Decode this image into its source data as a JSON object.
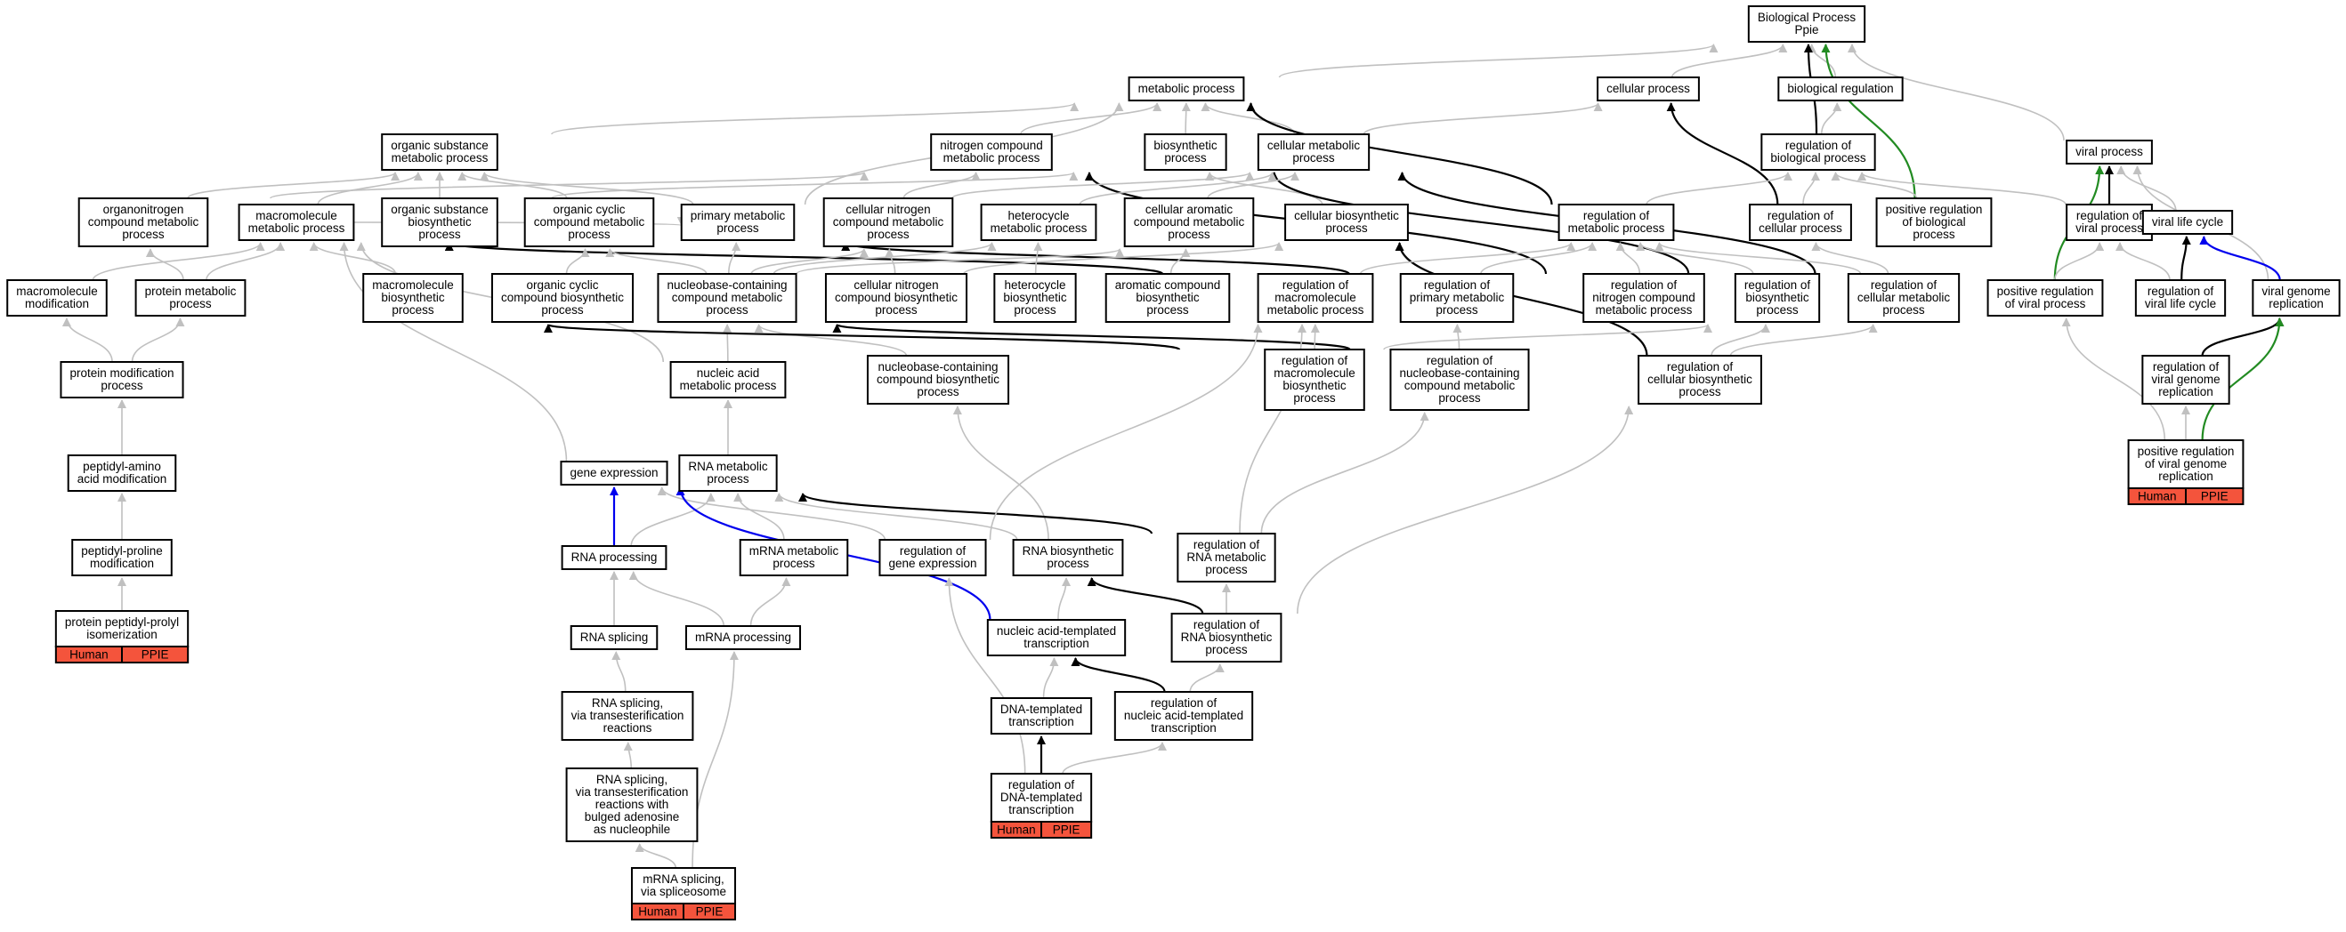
{
  "colors": {
    "edge_gray": "#c0c0c0",
    "edge_black": "#000000",
    "edge_blue": "#0000ee",
    "edge_green": "#228b22",
    "annotation_fill": "#f4543c"
  },
  "nodes": [
    {
      "id": "bp",
      "lines": [
        "Biological Process",
        "Ppie"
      ]
    },
    {
      "id": "metabolic",
      "lines": [
        "metabolic process"
      ]
    },
    {
      "id": "cellular",
      "lines": [
        "cellular process"
      ]
    },
    {
      "id": "bioreg",
      "lines": [
        "biological regulation"
      ]
    },
    {
      "id": "orgsub",
      "lines": [
        "organic substance",
        "metabolic process"
      ]
    },
    {
      "id": "nitro",
      "lines": [
        "nitrogen compound",
        "metabolic process"
      ]
    },
    {
      "id": "biosyn",
      "lines": [
        "biosynthetic",
        "process"
      ]
    },
    {
      "id": "cellmet",
      "lines": [
        "cellular metabolic",
        "process"
      ]
    },
    {
      "id": "regbio",
      "lines": [
        "regulation of",
        "biological process"
      ]
    },
    {
      "id": "viral",
      "lines": [
        "viral process"
      ]
    },
    {
      "id": "orgnitro",
      "lines": [
        "organonitrogen",
        "compound metabolic",
        "process"
      ]
    },
    {
      "id": "macromol",
      "lines": [
        "macromolecule",
        "metabolic process"
      ]
    },
    {
      "id": "orgsubbio",
      "lines": [
        "organic substance",
        "biosynthetic",
        "process"
      ]
    },
    {
      "id": "orgcyc",
      "lines": [
        "organic cyclic",
        "compound metabolic",
        "process"
      ]
    },
    {
      "id": "primary",
      "lines": [
        "primary metabolic",
        "process"
      ]
    },
    {
      "id": "cellnitro",
      "lines": [
        "cellular nitrogen",
        "compound metabolic",
        "process"
      ]
    },
    {
      "id": "hetero",
      "lines": [
        "heterocycle",
        "metabolic process"
      ]
    },
    {
      "id": "cellarom",
      "lines": [
        "cellular aromatic",
        "compound metabolic",
        "process"
      ]
    },
    {
      "id": "cellbio",
      "lines": [
        "cellular biosynthetic",
        "process"
      ]
    },
    {
      "id": "regmet",
      "lines": [
        "regulation of",
        "metabolic process"
      ]
    },
    {
      "id": "regcell",
      "lines": [
        "regulation of",
        "cellular process"
      ]
    },
    {
      "id": "posregbio",
      "lines": [
        "positive regulation",
        "of biological",
        "process"
      ]
    },
    {
      "id": "regviral",
      "lines": [
        "regulation of",
        "viral process"
      ]
    },
    {
      "id": "virallife",
      "lines": [
        "viral life cycle"
      ]
    },
    {
      "id": "macromod",
      "lines": [
        "macromolecule",
        "modification"
      ]
    },
    {
      "id": "protmet",
      "lines": [
        "protein metabolic",
        "process"
      ]
    },
    {
      "id": "macrobio",
      "lines": [
        "macromolecule",
        "biosynthetic",
        "process"
      ]
    },
    {
      "id": "orgcycbio",
      "lines": [
        "organic cyclic",
        "compound biosynthetic",
        "process"
      ]
    },
    {
      "id": "nucbase",
      "lines": [
        "nucleobase-containing",
        "compound metabolic",
        "process"
      ]
    },
    {
      "id": "cellnitrobio",
      "lines": [
        "cellular nitrogen",
        "compound biosynthetic",
        "process"
      ]
    },
    {
      "id": "heterobio",
      "lines": [
        "heterocycle",
        "biosynthetic",
        "process"
      ]
    },
    {
      "id": "arombio",
      "lines": [
        "aromatic compound",
        "biosynthetic",
        "process"
      ]
    },
    {
      "id": "regmacro",
      "lines": [
        "regulation of",
        "macromolecule",
        "metabolic process"
      ]
    },
    {
      "id": "regprim",
      "lines": [
        "regulation of",
        "primary metabolic",
        "process"
      ]
    },
    {
      "id": "regnitro",
      "lines": [
        "regulation of",
        "nitrogen compound",
        "metabolic process"
      ]
    },
    {
      "id": "regbiosyn",
      "lines": [
        "regulation of",
        "biosynthetic",
        "process"
      ]
    },
    {
      "id": "regcellmet",
      "lines": [
        "regulation of",
        "cellular metabolic",
        "process"
      ]
    },
    {
      "id": "posregviral",
      "lines": [
        "positive regulation",
        "of viral process"
      ]
    },
    {
      "id": "regvirallife",
      "lines": [
        "regulation of",
        "viral life cycle"
      ]
    },
    {
      "id": "viralgen",
      "lines": [
        "viral genome",
        "replication"
      ]
    },
    {
      "id": "protmod",
      "lines": [
        "protein modification",
        "process"
      ]
    },
    {
      "id": "nucacid",
      "lines": [
        "nucleic acid",
        "metabolic process"
      ]
    },
    {
      "id": "nucbasebio",
      "lines": [
        "nucleobase-containing",
        "compound biosynthetic",
        "process"
      ]
    },
    {
      "id": "regmacrobio",
      "lines": [
        "regulation of",
        "macromolecule",
        "biosynthetic",
        "process"
      ]
    },
    {
      "id": "regnucbase",
      "lines": [
        "regulation of",
        "nucleobase-containing",
        "compound metabolic",
        "process"
      ]
    },
    {
      "id": "regcellbio",
      "lines": [
        "regulation of",
        "cellular biosynthetic",
        "process"
      ]
    },
    {
      "id": "regviralgen",
      "lines": [
        "regulation of",
        "viral genome",
        "replication"
      ]
    },
    {
      "id": "peptidyl",
      "lines": [
        "peptidyl-amino",
        "acid modification"
      ]
    },
    {
      "id": "geneexp",
      "lines": [
        "gene expression"
      ]
    },
    {
      "id": "rnamet",
      "lines": [
        "RNA metabolic",
        "process"
      ]
    },
    {
      "id": "posregviralgen",
      "lines": [
        "positive regulation",
        "of viral genome",
        "replication"
      ],
      "ann": [
        "Human",
        "PPIE"
      ]
    },
    {
      "id": "peptpro",
      "lines": [
        "peptidyl-proline",
        "modification"
      ]
    },
    {
      "id": "rnaproc",
      "lines": [
        "RNA processing"
      ]
    },
    {
      "id": "mrnamet",
      "lines": [
        "mRNA metabolic",
        "process"
      ]
    },
    {
      "id": "reggene",
      "lines": [
        "regulation of",
        "gene expression"
      ]
    },
    {
      "id": "rnabio",
      "lines": [
        "RNA biosynthetic",
        "process"
      ]
    },
    {
      "id": "regrnamet",
      "lines": [
        "regulation of",
        "RNA metabolic",
        "process"
      ]
    },
    {
      "id": "protpep",
      "lines": [
        "protein peptidyl-prolyl",
        "isomerization"
      ],
      "ann": [
        "Human",
        "PPIE"
      ]
    },
    {
      "id": "rnasplice",
      "lines": [
        "RNA splicing"
      ]
    },
    {
      "id": "mrnaproc",
      "lines": [
        "mRNA processing"
      ]
    },
    {
      "id": "nuctrans",
      "lines": [
        "nucleic acid-templated",
        "transcription"
      ]
    },
    {
      "id": "regrnabio",
      "lines": [
        "regulation of",
        "RNA biosynthetic",
        "process"
      ]
    },
    {
      "id": "rnasplicetrans",
      "lines": [
        "RNA splicing,",
        "via transesterification",
        "reactions"
      ]
    },
    {
      "id": "dnatrans",
      "lines": [
        "DNA-templated",
        "transcription"
      ]
    },
    {
      "id": "regnuctrans",
      "lines": [
        "regulation of",
        "nucleic acid-templated",
        "transcription"
      ]
    },
    {
      "id": "rnasplicebulged",
      "lines": [
        "RNA splicing,",
        "via transesterification",
        "reactions with",
        "bulged adenosine",
        "as nucleophile"
      ]
    },
    {
      "id": "regdnatrans",
      "lines": [
        "regulation of",
        "DNA-templated",
        "transcription"
      ],
      "ann": [
        "Human",
        "PPIE"
      ]
    },
    {
      "id": "mrnasplice",
      "lines": [
        "mRNA splicing,",
        "via spliceosome"
      ],
      "ann": [
        "Human",
        "PPIE"
      ]
    }
  ],
  "edges": [
    [
      "metabolic",
      "bp",
      "gray"
    ],
    [
      "cellular",
      "bp",
      "gray"
    ],
    [
      "bioreg",
      "bp",
      "gray"
    ],
    [
      "regbio",
      "bp",
      "black"
    ],
    [
      "posregbio",
      "bp",
      "green"
    ],
    [
      "viral",
      "bp",
      "gray"
    ],
    [
      "orgsub",
      "metabolic",
      "gray"
    ],
    [
      "nitro",
      "metabolic",
      "gray"
    ],
    [
      "biosyn",
      "metabolic",
      "gray"
    ],
    [
      "cellmet",
      "metabolic",
      "gray"
    ],
    [
      "primary",
      "metabolic",
      "gray"
    ],
    [
      "regmet",
      "metabolic",
      "black"
    ],
    [
      "cellmet",
      "cellular",
      "gray"
    ],
    [
      "regcell",
      "cellular",
      "black"
    ],
    [
      "regbio",
      "bioreg",
      "gray"
    ],
    [
      "orgnitro",
      "nitro",
      "gray"
    ],
    [
      "cellnitro",
      "nitro",
      "gray"
    ],
    [
      "regnitro",
      "nitro",
      "black"
    ],
    [
      "orgnitro",
      "orgsub",
      "gray"
    ],
    [
      "macromol",
      "orgsub",
      "gray"
    ],
    [
      "orgsubbio",
      "orgsub",
      "gray"
    ],
    [
      "orgcyc",
      "orgsub",
      "gray"
    ],
    [
      "primary",
      "orgsub",
      "gray"
    ],
    [
      "cellbio",
      "biosyn",
      "gray"
    ],
    [
      "orgsubbio",
      "biosyn",
      "gray"
    ],
    [
      "regbiosyn",
      "biosyn",
      "black"
    ],
    [
      "cellarom",
      "cellmet",
      "gray"
    ],
    [
      "cellnitro",
      "cellmet",
      "gray"
    ],
    [
      "hetero",
      "cellmet",
      "gray"
    ],
    [
      "regcellmet",
      "cellmet",
      "black"
    ],
    [
      "regmet",
      "regbio",
      "gray"
    ],
    [
      "regcell",
      "regbio",
      "gray"
    ],
    [
      "posregbio",
      "regbio",
      "gray"
    ],
    [
      "regviral",
      "regbio",
      "gray"
    ],
    [
      "regviral",
      "viral",
      "black"
    ],
    [
      "virallife",
      "viral",
      "gray"
    ],
    [
      "posregviral",
      "viral",
      "green"
    ],
    [
      "viralgen",
      "viral",
      "gray"
    ],
    [
      "macrobio",
      "macromol",
      "gray"
    ],
    [
      "protmet",
      "macromol",
      "gray"
    ],
    [
      "macromod",
      "macromol",
      "gray"
    ],
    [
      "regmacro",
      "macromol",
      "black"
    ],
    [
      "nucacid",
      "macromol",
      "gray"
    ],
    [
      "geneexp",
      "macromol",
      "gray"
    ],
    [
      "protmet",
      "orgnitro",
      "gray"
    ],
    [
      "orgcycbio",
      "orgcyc",
      "gray"
    ],
    [
      "nucbase",
      "orgcyc",
      "gray"
    ],
    [
      "nucbase",
      "primary",
      "gray"
    ],
    [
      "regprim",
      "primary",
      "black"
    ],
    [
      "macromol",
      "primary",
      "gray"
    ],
    [
      "nucbase",
      "cellnitro",
      "gray"
    ],
    [
      "cellnitrobio",
      "cellnitro",
      "gray"
    ],
    [
      "heterobio",
      "hetero",
      "gray"
    ],
    [
      "nucbase",
      "hetero",
      "gray"
    ],
    [
      "arombio",
      "cellarom",
      "gray"
    ],
    [
      "nucbase",
      "cellarom",
      "gray"
    ],
    [
      "regcellbio",
      "cellbio",
      "black"
    ],
    [
      "cellnitrobio",
      "cellbio",
      "gray"
    ],
    [
      "regmacro",
      "regmet",
      "gray"
    ],
    [
      "regprim",
      "regmet",
      "gray"
    ],
    [
      "regnitro",
      "regmet",
      "gray"
    ],
    [
      "regbiosyn",
      "regmet",
      "gray"
    ],
    [
      "regcellmet",
      "regcell",
      "gray"
    ],
    [
      "regcellmet",
      "regmet",
      "gray"
    ],
    [
      "posregviral",
      "regviral",
      "gray"
    ],
    [
      "regvirallife",
      "regviral",
      "gray"
    ],
    [
      "regvirallife",
      "virallife",
      "black"
    ],
    [
      "viralgen",
      "virallife",
      "blue"
    ],
    [
      "protmod",
      "macromod",
      "gray"
    ],
    [
      "protmod",
      "protmet",
      "gray"
    ],
    [
      "nucbasebio",
      "nucbase",
      "gray"
    ],
    [
      "regnucbase",
      "nucbase",
      "black"
    ],
    [
      "nucacid",
      "nucbase",
      "gray"
    ],
    [
      "regmacrobio",
      "regmacro",
      "gray"
    ],
    [
      "regmacrobio",
      "macrobio",
      "black"
    ],
    [
      "regnucbase",
      "regprim",
      "gray"
    ],
    [
      "regcellbio",
      "regbiosyn",
      "gray"
    ],
    [
      "regmacrobio",
      "regbiosyn",
      "gray"
    ],
    [
      "regcellbio",
      "regcellmet",
      "gray"
    ],
    [
      "regviralgen",
      "viralgen",
      "black"
    ],
    [
      "posregviralgen",
      "viralgen",
      "green"
    ],
    [
      "posregviralgen",
      "regviralgen",
      "gray"
    ],
    [
      "posregviralgen",
      "posregviral",
      "gray"
    ],
    [
      "peptidyl",
      "protmod",
      "gray"
    ],
    [
      "rnamet",
      "nucacid",
      "gray"
    ],
    [
      "rnabio",
      "nucbasebio",
      "gray"
    ],
    [
      "regrnamet",
      "regnucbase",
      "gray"
    ],
    [
      "regrnamet",
      "regmacro",
      "gray"
    ],
    [
      "rnaproc",
      "geneexp",
      "blue"
    ],
    [
      "rnaproc",
      "rnamet",
      "gray"
    ],
    [
      "mrnamet",
      "rnamet",
      "gray"
    ],
    [
      "regrnamet",
      "rnamet",
      "black"
    ],
    [
      "reggene",
      "geneexp",
      "gray"
    ],
    [
      "rnabio",
      "rnamet",
      "gray"
    ],
    [
      "peptpro",
      "peptidyl",
      "gray"
    ],
    [
      "protpep",
      "peptpro",
      "gray"
    ],
    [
      "rnasplice",
      "rnaproc",
      "gray"
    ],
    [
      "mrnaproc",
      "rnaproc",
      "gray"
    ],
    [
      "mrnaproc",
      "mrnamet",
      "gray"
    ],
    [
      "nuctrans",
      "rnabio",
      "gray"
    ],
    [
      "nuctrans",
      "geneexp",
      "blue"
    ],
    [
      "regrnabio",
      "rnabio",
      "black"
    ],
    [
      "regrnabio",
      "regrnamet",
      "gray"
    ],
    [
      "regrnabio",
      "regcellbio",
      "gray"
    ],
    [
      "reggene",
      "regmacro",
      "gray"
    ],
    [
      "rnasplicetrans",
      "rnasplice",
      "gray"
    ],
    [
      "dnatrans",
      "nuctrans",
      "gray"
    ],
    [
      "regnuctrans",
      "nuctrans",
      "black"
    ],
    [
      "regnuctrans",
      "regrnabio",
      "gray"
    ],
    [
      "rnasplicebulged",
      "rnasplicetrans",
      "gray"
    ],
    [
      "regdnatrans",
      "dnatrans",
      "black"
    ],
    [
      "regdnatrans",
      "regnuctrans",
      "gray"
    ],
    [
      "regdnatrans",
      "reggene",
      "gray"
    ],
    [
      "mrnasplice",
      "rnasplicebulged",
      "gray"
    ],
    [
      "mrnasplice",
      "mrnaproc",
      "gray"
    ]
  ]
}
